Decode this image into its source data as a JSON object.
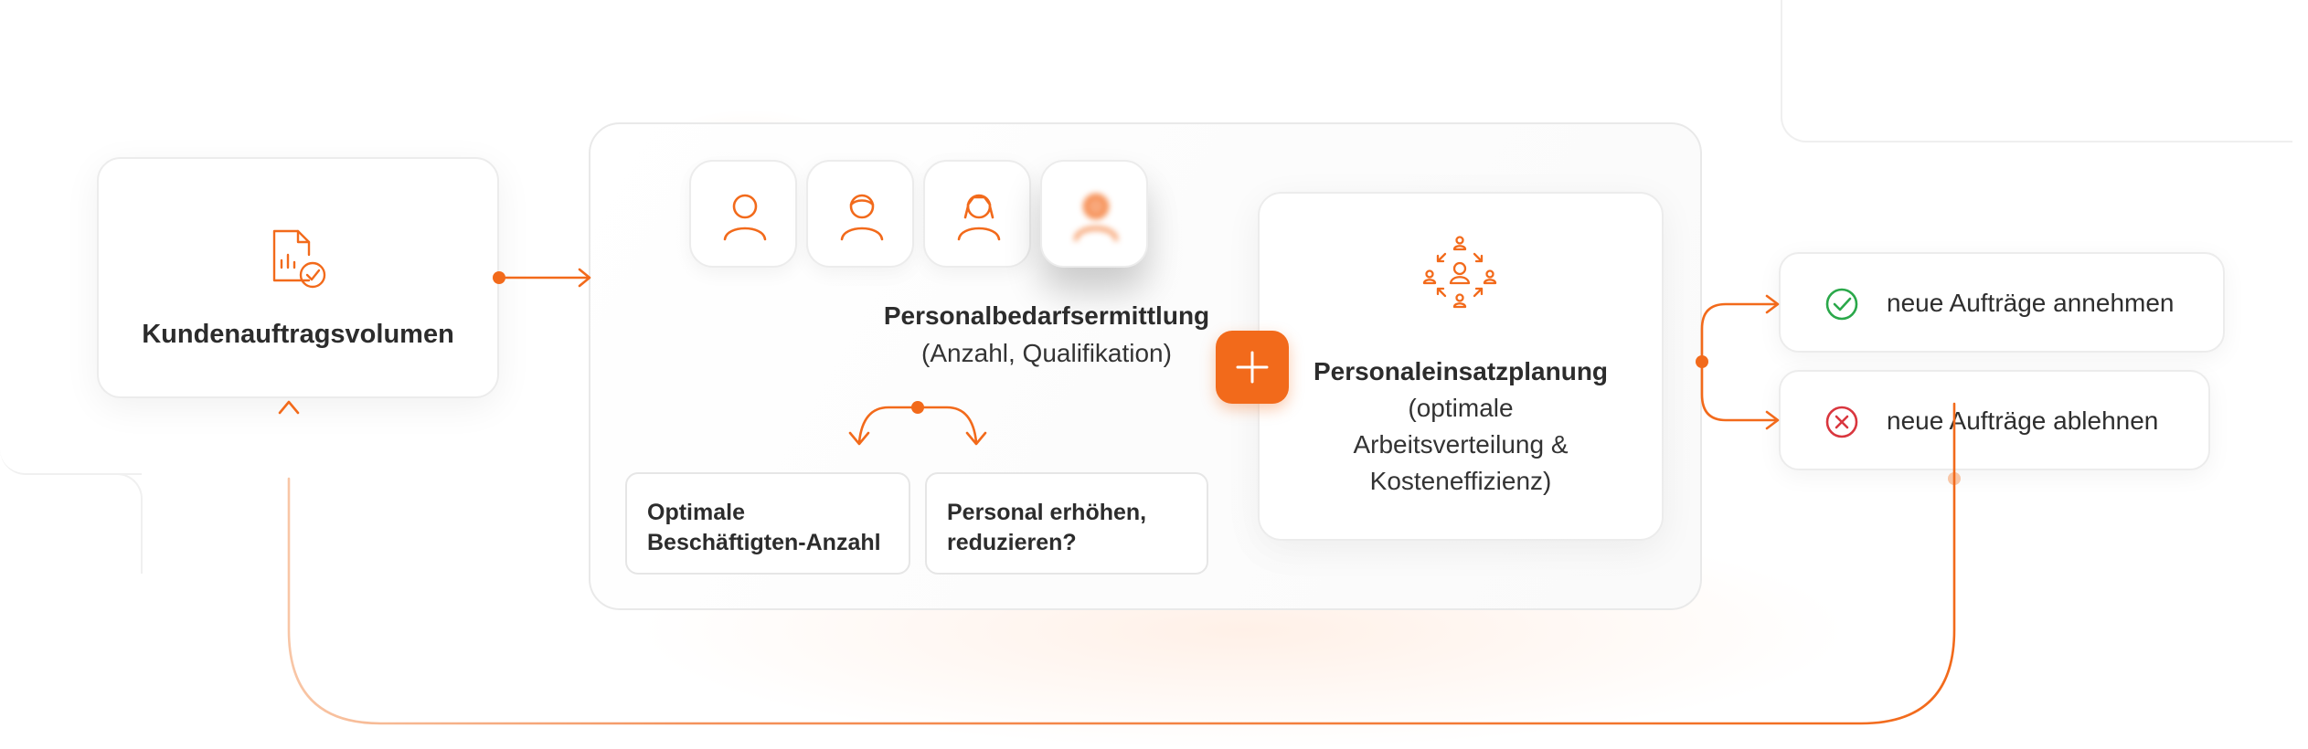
{
  "colors": {
    "accent": "#f26a1b",
    "success": "#2aa84a",
    "error": "#d9363e",
    "text": "#2c2c2c"
  },
  "kunden": {
    "label": "Kundenauftragsvolumen",
    "icon": "report-check-icon"
  },
  "bedarf": {
    "avatars": [
      "person-icon",
      "person-short-hair-icon",
      "person-long-hair-icon",
      "person-blurred-icon"
    ],
    "title": "Personalbedarfsermittlung",
    "subtitle": "(Anzahl, Qualifikation)",
    "options": [
      {
        "line1": "Optimale",
        "line2": "Beschäftigten-Anzahl"
      },
      {
        "line1": "Personal erhöhen,",
        "line2": "reduzieren?"
      }
    ]
  },
  "plus_icon": "plus-icon",
  "einsatz": {
    "icon": "team-network-icon",
    "title": "Personaleinsatzplanung",
    "lines": [
      "(optimale",
      "Arbeitsverteilung &",
      "Kosteneffizienz)"
    ]
  },
  "decisions": [
    {
      "label": "neue Aufträge annehmen",
      "icon": "check-circle-icon"
    },
    {
      "label": "neue Aufträge ablehnen",
      "icon": "x-circle-icon"
    }
  ]
}
